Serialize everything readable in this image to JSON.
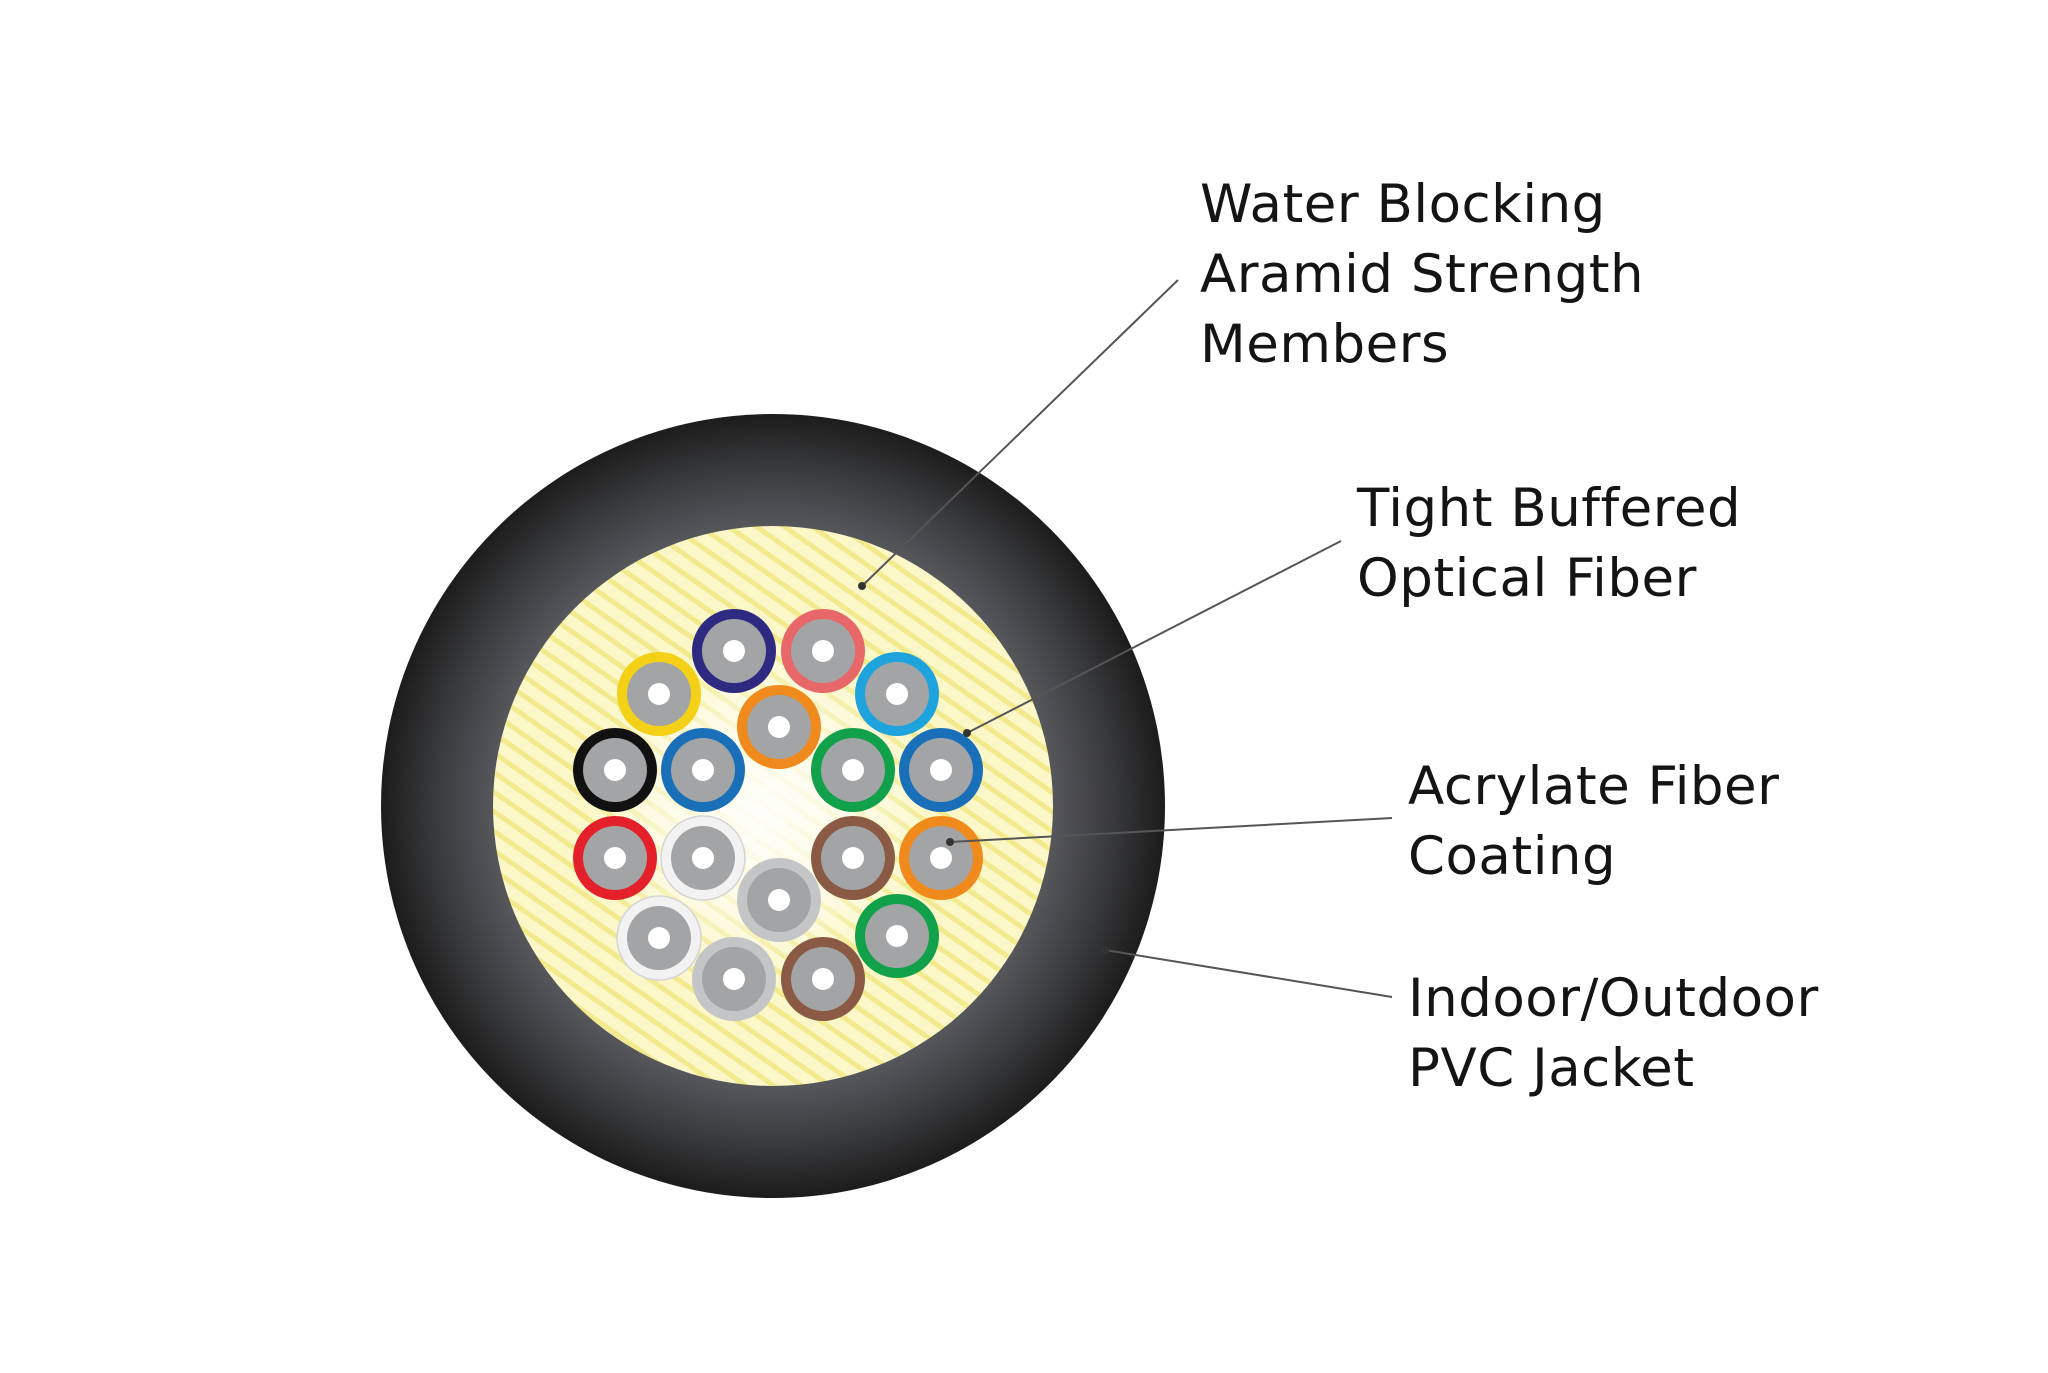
{
  "labels": {
    "water_blocking": [
      "Water Blocking",
      "Aramid Strength",
      "Members"
    ],
    "tight_buffered": [
      "Tight Buffered",
      "Optical Fiber"
    ],
    "acrylate_coating": [
      "Acrylate Fiber",
      "Coating"
    ],
    "pvc_jacket": [
      "Indoor/Outdoor",
      "PVC Jacket"
    ]
  },
  "colors": {
    "jacket": "#1c1c1c",
    "jacket_highlight": "#5e5f61",
    "aramid_yarn": "#fbf7c8",
    "aramid_stripe": "#f2ea8c",
    "fiber_core": "#a3a4a6",
    "fiber_center": "#ffffff",
    "leader_line": "#555555"
  },
  "fibers": [
    {
      "color": "#2e2a82",
      "name": "violet"
    },
    {
      "color": "#e8686a",
      "name": "rose"
    },
    {
      "color": "#f4d017",
      "name": "yellow"
    },
    {
      "color": "#1ea3dc",
      "name": "aqua"
    },
    {
      "color": "#f08a1c",
      "name": "orange-inner"
    },
    {
      "color": "#111111",
      "name": "black"
    },
    {
      "color": "#1a70b8",
      "name": "blue-inner"
    },
    {
      "color": "#12a14b",
      "name": "green-inner"
    },
    {
      "color": "#1a70b8",
      "name": "blue-outer"
    },
    {
      "color": "#e4202a",
      "name": "red"
    },
    {
      "color": "#f2f2f2",
      "name": "white-inner"
    },
    {
      "color": "#8a5a44",
      "name": "brown-inner"
    },
    {
      "color": "#f08a1c",
      "name": "orange-outer"
    },
    {
      "color": "#c4c5c7",
      "name": "slate-center"
    },
    {
      "color": "#f2f2f2",
      "name": "white-outer"
    },
    {
      "color": "#12a14b",
      "name": "green-outer"
    },
    {
      "color": "#c4c5c7",
      "name": "slate-outer"
    },
    {
      "color": "#8a5a44",
      "name": "brown-outer"
    }
  ]
}
